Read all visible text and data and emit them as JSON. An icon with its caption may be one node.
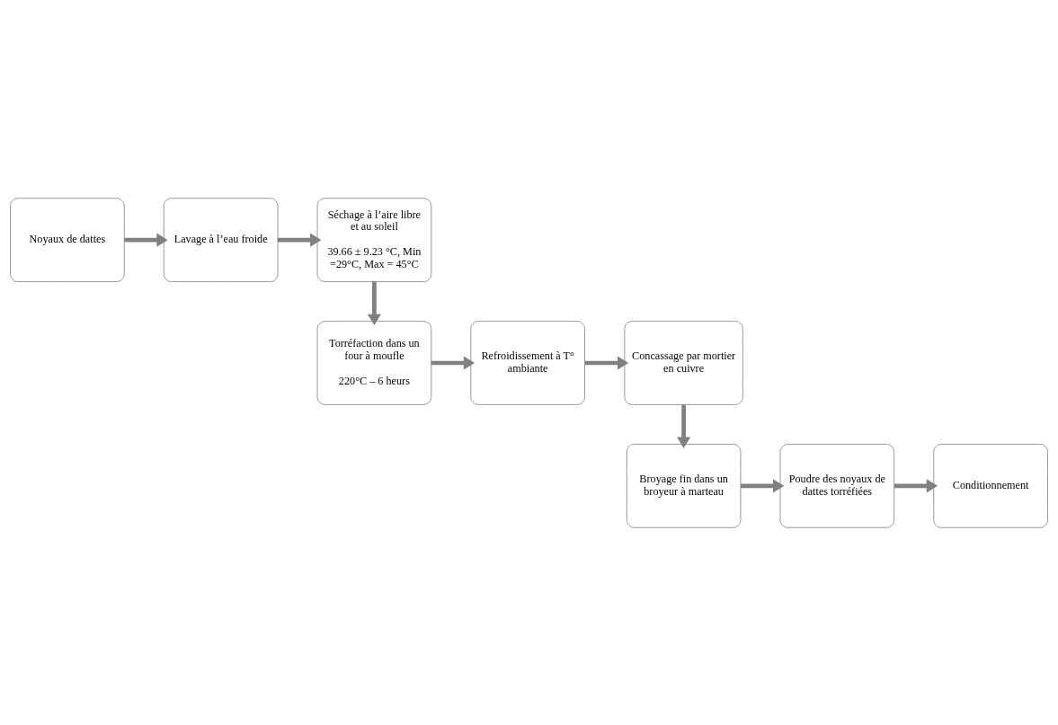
{
  "diagram": {
    "nodes": [
      {
        "text": [
          "Noyaux de dattes"
        ]
      },
      {
        "text": [
          "Lavage à l’eau froide"
        ]
      },
      {
        "text": [
          "Séchage à l’aire libre et au soleil",
          "39.66 ± 9.23 °C, Min =29°C, Max = 45°C"
        ]
      },
      {
        "text": [
          "Torréfaction dans un four à moufle",
          "220°C – 6 heurs"
        ]
      },
      {
        "text": [
          "Refroidissement à T° ambiante"
        ]
      },
      {
        "text": [
          "Concassage par mortier en cuivre"
        ]
      },
      {
        "text": [
          "Broyage fin dans un broyeur à marteau"
        ]
      },
      {
        "text": [
          "Poudre des noyaux de dattes torréfiées"
        ]
      },
      {
        "text": [
          "Conditionnement"
        ]
      }
    ],
    "edges": [
      {
        "from": 0,
        "to": 1,
        "arrow": "to"
      },
      {
        "from": 1,
        "to": 2,
        "arrow": "to"
      },
      {
        "from": 2,
        "to": 3,
        "arrow": "to"
      },
      {
        "from": 3,
        "to": 4,
        "arrow": "to"
      },
      {
        "from": 4,
        "to": 5,
        "arrow": "to"
      },
      {
        "from": 5,
        "to": 6,
        "arrow": "to"
      },
      {
        "from": 6,
        "to": 7,
        "arrow": "to"
      },
      {
        "from": 7,
        "to": 8,
        "arrow": "to"
      }
    ]
  }
}
